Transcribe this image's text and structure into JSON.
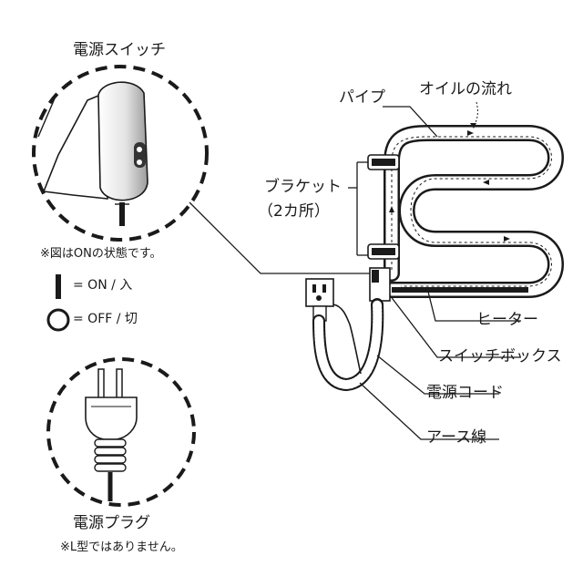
{
  "labels": {
    "power_switch": "電源スイッチ",
    "switch_note": "※図はONの状態です。",
    "legend_on": "= ON / 入",
    "legend_off": "= OFF / 切",
    "power_plug": "電源プラグ",
    "plug_note": "※L型ではありません。",
    "pipe": "パイプ",
    "oil_flow": "オイルの流れ",
    "bracket": "ブラケット",
    "bracket_count": "（2カ所）",
    "heater": "ヒーター",
    "switch_box": "スイッチボックス",
    "power_cord": "電源コード",
    "earth_wire": "アース線"
  },
  "colors": {
    "ink": "#1a1a1a",
    "paper": "#ffffff",
    "shade": "#cfcfcf"
  },
  "icons": {
    "on_symbol": "vertical-bar-icon",
    "off_symbol": "circle-icon"
  }
}
